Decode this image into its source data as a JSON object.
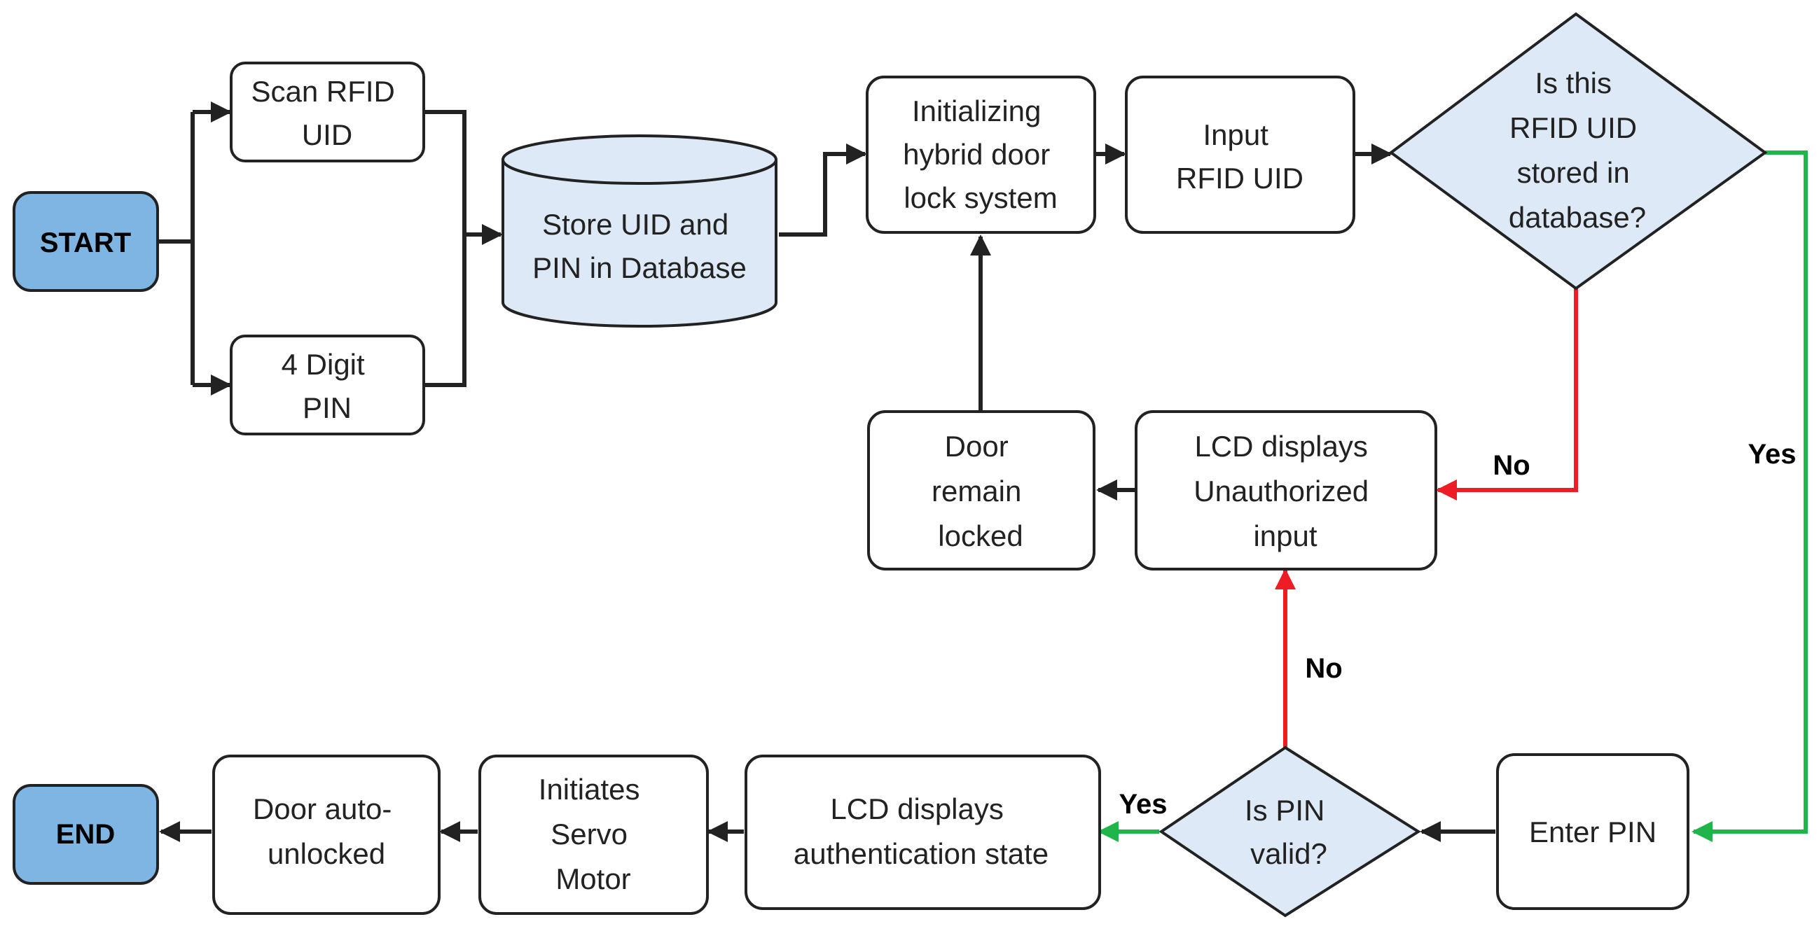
{
  "colors": {
    "terminal_fill": "#7fb5e2",
    "decision_fill": "#dde9f6",
    "database_fill": "#dde9f6",
    "process_fill": "#ffffff",
    "stroke": "#222222",
    "yes_edge": "#1fb54a",
    "no_edge": "#ee1c24"
  },
  "nodes": {
    "start": "START",
    "scan_rfid": [
      "Scan RFID",
      "UID"
    ],
    "pin_digit": [
      "4 Digit",
      "PIN"
    ],
    "store_db": [
      "Store UID and",
      "PIN in Database"
    ],
    "init_system": [
      "Initializing",
      "hybrid door",
      "lock system"
    ],
    "input_rfid": [
      "Input",
      "RFID UID"
    ],
    "rfid_decision": [
      "Is this",
      "RFID UID",
      "stored in",
      "database?"
    ],
    "door_locked": [
      "Door",
      "remain",
      "locked"
    ],
    "lcd_unauth": [
      "LCD displays",
      "Unauthorized",
      "input"
    ],
    "enter_pin": "Enter PIN",
    "pin_decision": [
      "Is PIN",
      "valid?"
    ],
    "lcd_auth": [
      "LCD displays",
      "authentication state"
    ],
    "servo": [
      "Initiates",
      "Servo",
      "Motor"
    ],
    "door_unlocked": [
      "Door auto-",
      "unlocked"
    ],
    "end": "END"
  },
  "edge_labels": {
    "rfid_no": "No",
    "rfid_yes": "Yes",
    "pin_no": "No",
    "pin_yes": "Yes"
  }
}
